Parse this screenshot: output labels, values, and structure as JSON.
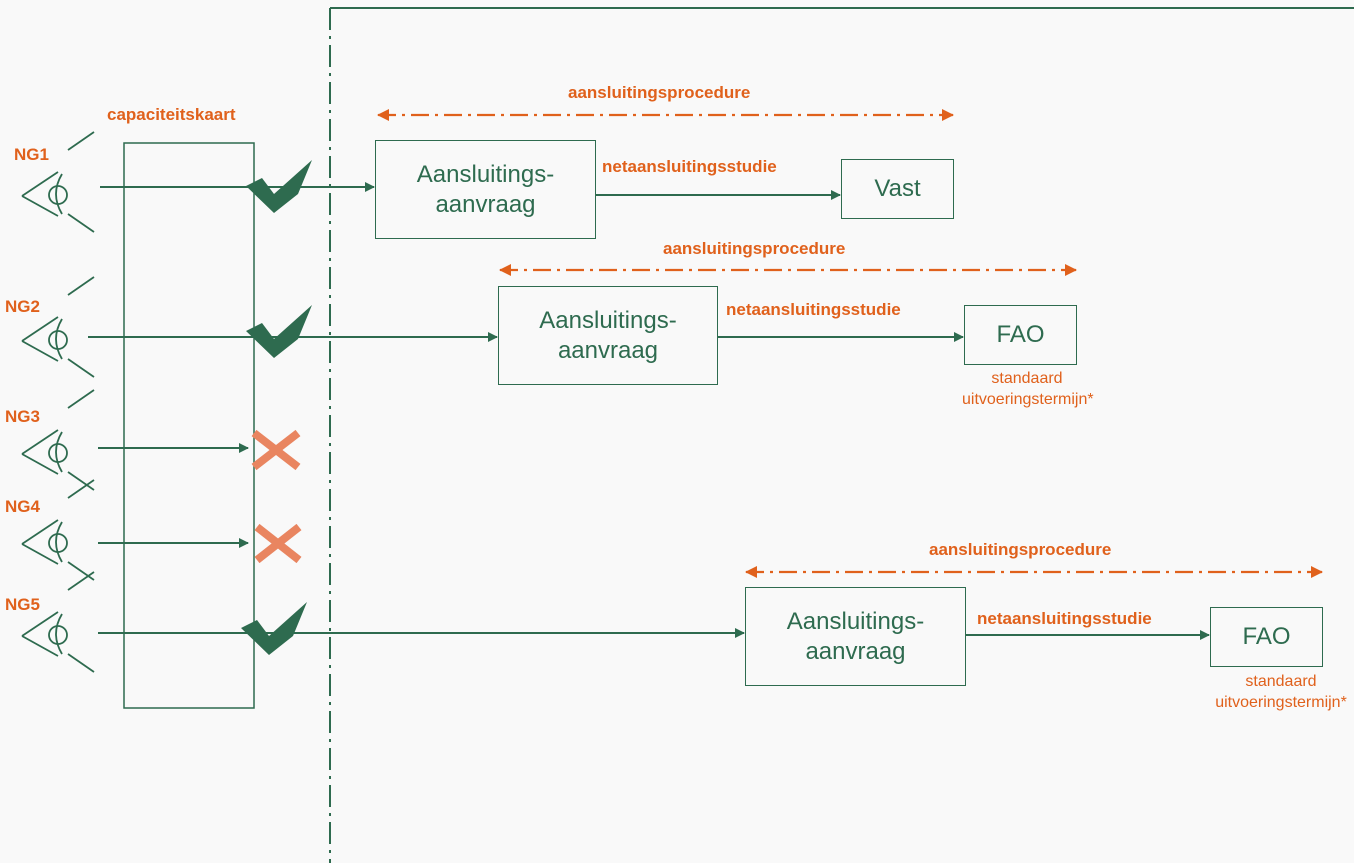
{
  "colors": {
    "green": "#2e6b4f",
    "orange": "#e0611c",
    "cross": "#e98560",
    "background": "#f9f9f9"
  },
  "diagram": {
    "capacity_map_label": "capaciteitskaart",
    "applicants": [
      {
        "id": "NG1",
        "status": "check"
      },
      {
        "id": "NG2",
        "status": "check"
      },
      {
        "id": "NG3",
        "status": "cross"
      },
      {
        "id": "NG4",
        "status": "cross"
      },
      {
        "id": "NG5",
        "status": "check"
      }
    ],
    "procedures": [
      {
        "procedure_label": "aansluitingsprocedure",
        "request_line1": "Aansluitings-",
        "request_line2": "aanvraag",
        "study_label": "netaansluitingsstudie",
        "outcome": "Vast",
        "note_line1": "",
        "note_line2": ""
      },
      {
        "procedure_label": "aansluitingsprocedure",
        "request_line1": "Aansluitings-",
        "request_line2": "aanvraag",
        "study_label": "netaansluitingsstudie",
        "outcome": "FAO",
        "note_line1": "standaard",
        "note_line2": "uitvoeringstermijn*"
      },
      {
        "procedure_label": "aansluitingsprocedure",
        "request_line1": "Aansluitings-",
        "request_line2": "aanvraag",
        "study_label": "netaansluitingsstudie",
        "outcome": "FAO",
        "note_line1": "standaard",
        "note_line2": "uitvoeringstermijn*"
      }
    ],
    "icons": [
      "eye-icon",
      "check-icon",
      "cross-icon",
      "arrow-head-icon"
    ]
  }
}
